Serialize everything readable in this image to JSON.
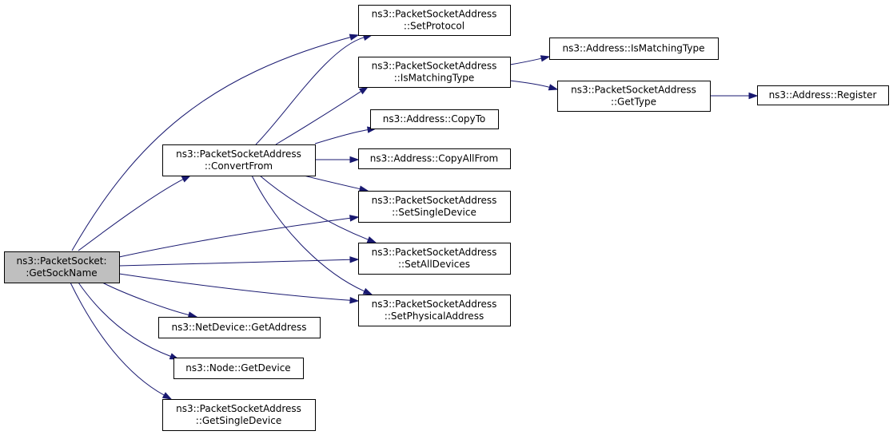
{
  "graph": {
    "root": "getsockname",
    "colors": {
      "edge": "#191970",
      "root_fill": "#bfbfbf",
      "node_fill": "#ffffff",
      "border": "#000000"
    },
    "nodes": [
      {
        "id": "getsockname",
        "lines": [
          "ns3::PacketSocket:",
          ":GetSockName"
        ]
      },
      {
        "id": "convertfrom",
        "lines": [
          "ns3::PacketSocketAddress",
          "::ConvertFrom"
        ]
      },
      {
        "id": "setprotocol",
        "lines": [
          "ns3::PacketSocketAddress",
          "::SetProtocol"
        ]
      },
      {
        "id": "ismatchingtype-psa",
        "lines": [
          "ns3::PacketSocketAddress",
          "::IsMatchingType"
        ]
      },
      {
        "id": "ismatchingtype-addr",
        "lines": [
          "ns3::Address::IsMatchingType"
        ]
      },
      {
        "id": "gettype",
        "lines": [
          "ns3::PacketSocketAddress",
          "::GetType"
        ]
      },
      {
        "id": "register",
        "lines": [
          "ns3::Address::Register"
        ]
      },
      {
        "id": "copyto",
        "lines": [
          "ns3::Address::CopyTo"
        ]
      },
      {
        "id": "copyallfrom",
        "lines": [
          "ns3::Address::CopyAllFrom"
        ]
      },
      {
        "id": "setsingledevice",
        "lines": [
          "ns3::PacketSocketAddress",
          "::SetSingleDevice"
        ]
      },
      {
        "id": "setalldevices",
        "lines": [
          "ns3::PacketSocketAddress",
          "::SetAllDevices"
        ]
      },
      {
        "id": "setphysicaladdress",
        "lines": [
          "ns3::PacketSocketAddress",
          "::SetPhysicalAddress"
        ]
      },
      {
        "id": "netdevice-getaddress",
        "lines": [
          "ns3::NetDevice::GetAddress"
        ]
      },
      {
        "id": "node-getdevice",
        "lines": [
          "ns3::Node::GetDevice"
        ]
      },
      {
        "id": "getsingledevice",
        "lines": [
          "ns3::PacketSocketAddress",
          "::GetSingleDevice"
        ]
      }
    ],
    "edges": [
      {
        "from": "getsockname",
        "to": "setprotocol"
      },
      {
        "from": "getsockname",
        "to": "convertfrom"
      },
      {
        "from": "getsockname",
        "to": "setsingledevice"
      },
      {
        "from": "getsockname",
        "to": "setalldevices"
      },
      {
        "from": "getsockname",
        "to": "setphysicaladdress"
      },
      {
        "from": "getsockname",
        "to": "netdevice-getaddress"
      },
      {
        "from": "getsockname",
        "to": "node-getdevice"
      },
      {
        "from": "getsockname",
        "to": "getsingledevice"
      },
      {
        "from": "convertfrom",
        "to": "setprotocol"
      },
      {
        "from": "convertfrom",
        "to": "ismatchingtype-psa"
      },
      {
        "from": "convertfrom",
        "to": "copyto"
      },
      {
        "from": "convertfrom",
        "to": "copyallfrom"
      },
      {
        "from": "convertfrom",
        "to": "setsingledevice"
      },
      {
        "from": "convertfrom",
        "to": "setalldevices"
      },
      {
        "from": "convertfrom",
        "to": "setphysicaladdress"
      },
      {
        "from": "ismatchingtype-psa",
        "to": "ismatchingtype-addr"
      },
      {
        "from": "ismatchingtype-psa",
        "to": "gettype"
      },
      {
        "from": "gettype",
        "to": "register"
      }
    ]
  }
}
